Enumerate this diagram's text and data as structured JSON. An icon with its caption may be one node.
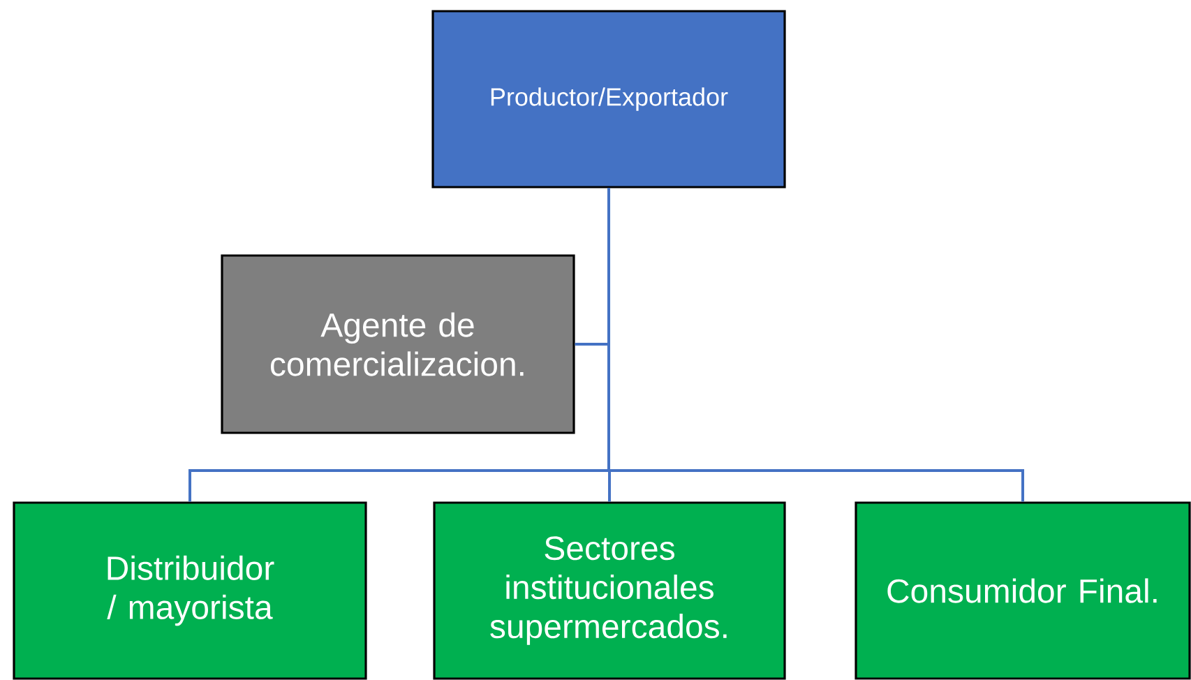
{
  "diagram": {
    "nodes": [
      {
        "text": [
          "Productor/Exportador"
        ]
      },
      {
        "text": [
          "Agente de comercializacion."
        ]
      },
      {
        "text": [
          "Distribuidor / mayorista"
        ]
      },
      {
        "text": [
          "Sectores institucionales supermercados."
        ]
      },
      {
        "text": [
          "Consumidor Final."
        ]
      }
    ],
    "edges": [
      {
        "from": 0,
        "to": 1,
        "arrow": "none"
      },
      {
        "from": 0,
        "to": 2,
        "arrow": "none"
      },
      {
        "from": 0,
        "to": 3,
        "arrow": "none"
      },
      {
        "from": 0,
        "to": 4,
        "arrow": "none"
      }
    ]
  }
}
